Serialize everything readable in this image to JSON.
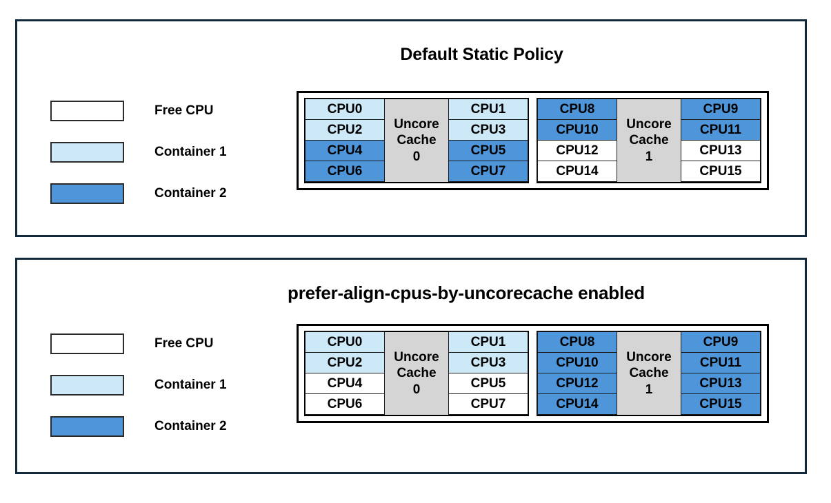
{
  "colors": {
    "panel_border": "#12293C",
    "free_cpu": "#FFFFFF",
    "container_1": "#CDE9F8",
    "container_2": "#4E96D9",
    "uncore_cache": "#D5D5D5",
    "cell_border": "#1A1A1A"
  },
  "legend": {
    "items": [
      {
        "label": "Free CPU",
        "swatch": "free"
      },
      {
        "label": "Container 1",
        "swatch": "c1"
      },
      {
        "label": "Container 2",
        "swatch": "c2"
      }
    ]
  },
  "panels": [
    {
      "title": "Default Static Policy",
      "cache_groups": [
        {
          "cache_label_line1": "Uncore",
          "cache_label_line2": "Cache",
          "cache_label_line3": "0",
          "left_column": [
            {
              "label": "CPU0",
              "state": "c1"
            },
            {
              "label": "CPU2",
              "state": "c1"
            },
            {
              "label": "CPU4",
              "state": "c2"
            },
            {
              "label": "CPU6",
              "state": "c2"
            }
          ],
          "right_column": [
            {
              "label": "CPU1",
              "state": "c1"
            },
            {
              "label": "CPU3",
              "state": "c1"
            },
            {
              "label": "CPU5",
              "state": "c2"
            },
            {
              "label": "CPU7",
              "state": "c2"
            }
          ]
        },
        {
          "cache_label_line1": "Uncore",
          "cache_label_line2": "Cache",
          "cache_label_line3": "1",
          "left_column": [
            {
              "label": "CPU8",
              "state": "c2"
            },
            {
              "label": "CPU10",
              "state": "c2"
            },
            {
              "label": "CPU12",
              "state": "free"
            },
            {
              "label": "CPU14",
              "state": "free"
            }
          ],
          "right_column": [
            {
              "label": "CPU9",
              "state": "c2"
            },
            {
              "label": "CPU11",
              "state": "c2"
            },
            {
              "label": "CPU13",
              "state": "free"
            },
            {
              "label": "CPU15",
              "state": "free"
            }
          ]
        }
      ]
    },
    {
      "title": "prefer-align-cpus-by-uncorecache enabled",
      "cache_groups": [
        {
          "cache_label_line1": "Uncore",
          "cache_label_line2": "Cache",
          "cache_label_line3": "0",
          "left_column": [
            {
              "label": "CPU0",
              "state": "c1"
            },
            {
              "label": "CPU2",
              "state": "c1"
            },
            {
              "label": "CPU4",
              "state": "free"
            },
            {
              "label": "CPU6",
              "state": "free"
            }
          ],
          "right_column": [
            {
              "label": "CPU1",
              "state": "c1"
            },
            {
              "label": "CPU3",
              "state": "c1"
            },
            {
              "label": "CPU5",
              "state": "free"
            },
            {
              "label": "CPU7",
              "state": "free"
            }
          ]
        },
        {
          "cache_label_line1": "Uncore",
          "cache_label_line2": "Cache",
          "cache_label_line3": "1",
          "left_column": [
            {
              "label": "CPU8",
              "state": "c2"
            },
            {
              "label": "CPU10",
              "state": "c2"
            },
            {
              "label": "CPU12",
              "state": "c2"
            },
            {
              "label": "CPU14",
              "state": "c2"
            }
          ],
          "right_column": [
            {
              "label": "CPU9",
              "state": "c2"
            },
            {
              "label": "CPU11",
              "state": "c2"
            },
            {
              "label": "CPU13",
              "state": "c2"
            },
            {
              "label": "CPU15",
              "state": "c2"
            }
          ]
        }
      ]
    }
  ]
}
